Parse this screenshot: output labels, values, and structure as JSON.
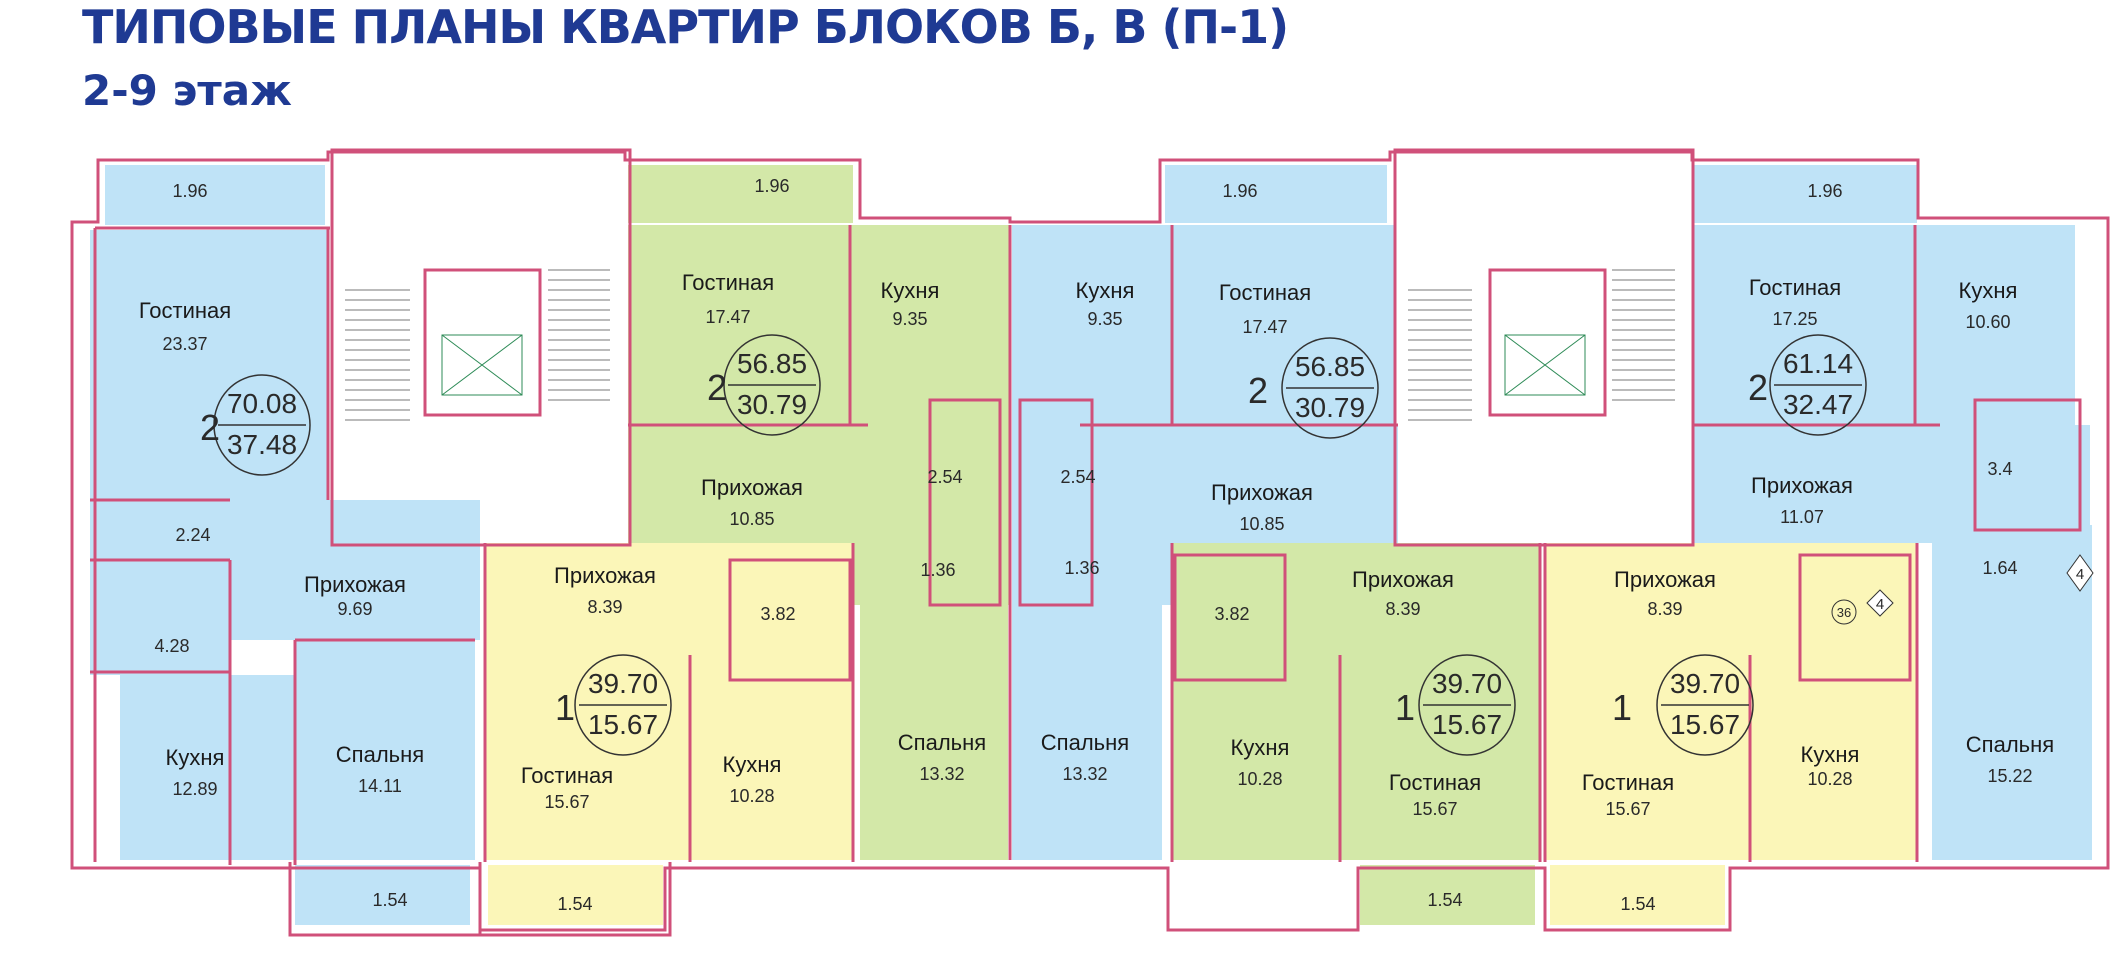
{
  "header": {
    "title": "ТИПОВЫЕ ПЛАНЫ КВАРТИР БЛОКОВ Б, В (П-1)",
    "subtitle": "2-9 этаж"
  },
  "colors": {
    "blue": "#bfe3f7",
    "green": "#d3e8a8",
    "yellow": "#fbf6b8",
    "wall": "#e99aa8",
    "stair": "#ffffff",
    "title": "#1f3a93"
  },
  "apartments": [
    {
      "rooms": "2",
      "total": "70.08",
      "living": "37.48"
    },
    {
      "rooms": "2",
      "total": "56.85",
      "living": "30.79"
    },
    {
      "rooms": "2",
      "total": "56.85",
      "living": "30.79"
    },
    {
      "rooms": "2",
      "total": "61.14",
      "living": "32.47"
    },
    {
      "rooms": "1",
      "total": "39.70",
      "living": "15.67"
    },
    {
      "rooms": "1",
      "total": "39.70",
      "living": "15.67"
    },
    {
      "rooms": "1",
      "total": "39.70",
      "living": "15.67"
    }
  ],
  "rooms": [
    {
      "name": "Гостиная",
      "area": "23.37"
    },
    {
      "name": "Прихожая",
      "area": "9.69"
    },
    {
      "name": "Кухня",
      "area": "12.89"
    },
    {
      "name": "Спальня",
      "area": "14.11"
    },
    {
      "name": "Гостиная",
      "area": "17.47"
    },
    {
      "name": "Кухня",
      "area": "9.35"
    },
    {
      "name": "Прихожая",
      "area": "10.85"
    },
    {
      "name": "Спальня",
      "area": "13.32"
    },
    {
      "name": "Кухня",
      "area": "9.35"
    },
    {
      "name": "Гостиная",
      "area": "17.47"
    },
    {
      "name": "Прихожая",
      "area": "10.85"
    },
    {
      "name": "Спальня",
      "area": "13.32"
    },
    {
      "name": "Гостиная",
      "area": "17.25"
    },
    {
      "name": "Кухня",
      "area": "10.60"
    },
    {
      "name": "Прихожая",
      "area": "11.07"
    },
    {
      "name": "Спальня",
      "area": "15.22"
    },
    {
      "name": "Прихожая",
      "area": "8.39"
    },
    {
      "name": "Гостиная",
      "area": "15.67"
    },
    {
      "name": "Кухня",
      "area": "10.28"
    },
    {
      "name": "Прихожая",
      "area": "8.39"
    },
    {
      "name": "Кухня",
      "area": "10.28"
    },
    {
      "name": "Гостиная",
      "area": "15.67"
    },
    {
      "name": "Прихожая",
      "area": "8.39"
    },
    {
      "name": "Гостиная",
      "area": "15.67"
    },
    {
      "name": "Кухня",
      "area": "10.28"
    }
  ],
  "small_areas": [
    "1.96",
    "1.96",
    "1.96",
    "1.96",
    "2.24",
    "4.28",
    "2.54",
    "1.36",
    "2.54",
    "1.36",
    "3.4",
    "1.64",
    "3.82",
    "3.82",
    "1.54",
    "1.54",
    "1.54",
    "1.54"
  ],
  "markers": [
    "36",
    "4",
    "4"
  ]
}
